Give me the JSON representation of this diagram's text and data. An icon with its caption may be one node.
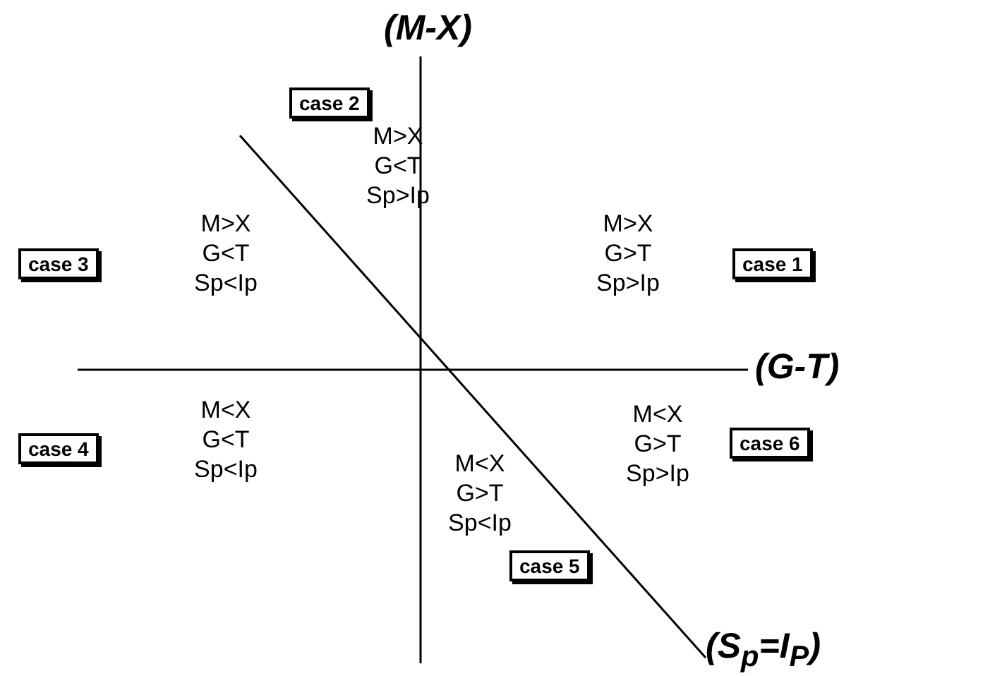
{
  "diagram": {
    "nodes": [
      {
        "text": [
          "case 2"
        ]
      },
      {
        "text": [
          "case 3"
        ]
      },
      {
        "text": [
          "case 1"
        ]
      },
      {
        "text": [
          "case 4"
        ]
      },
      {
        "text": [
          "case 6"
        ]
      },
      {
        "text": [
          "case 5"
        ]
      }
    ],
    "labels": [
      "(M-X)",
      "M>X G<T Sp>Ip",
      "M>X G<T Sp<Ip",
      "M>X G>T Sp>Ip",
      "(G-T)",
      "M<X G<T Sp<Ip",
      "M<X G>T Sp>Ip",
      "M<X G>T Sp<Ip",
      "(S$_{p}$=I$_{P}$)"
    ]
  }
}
